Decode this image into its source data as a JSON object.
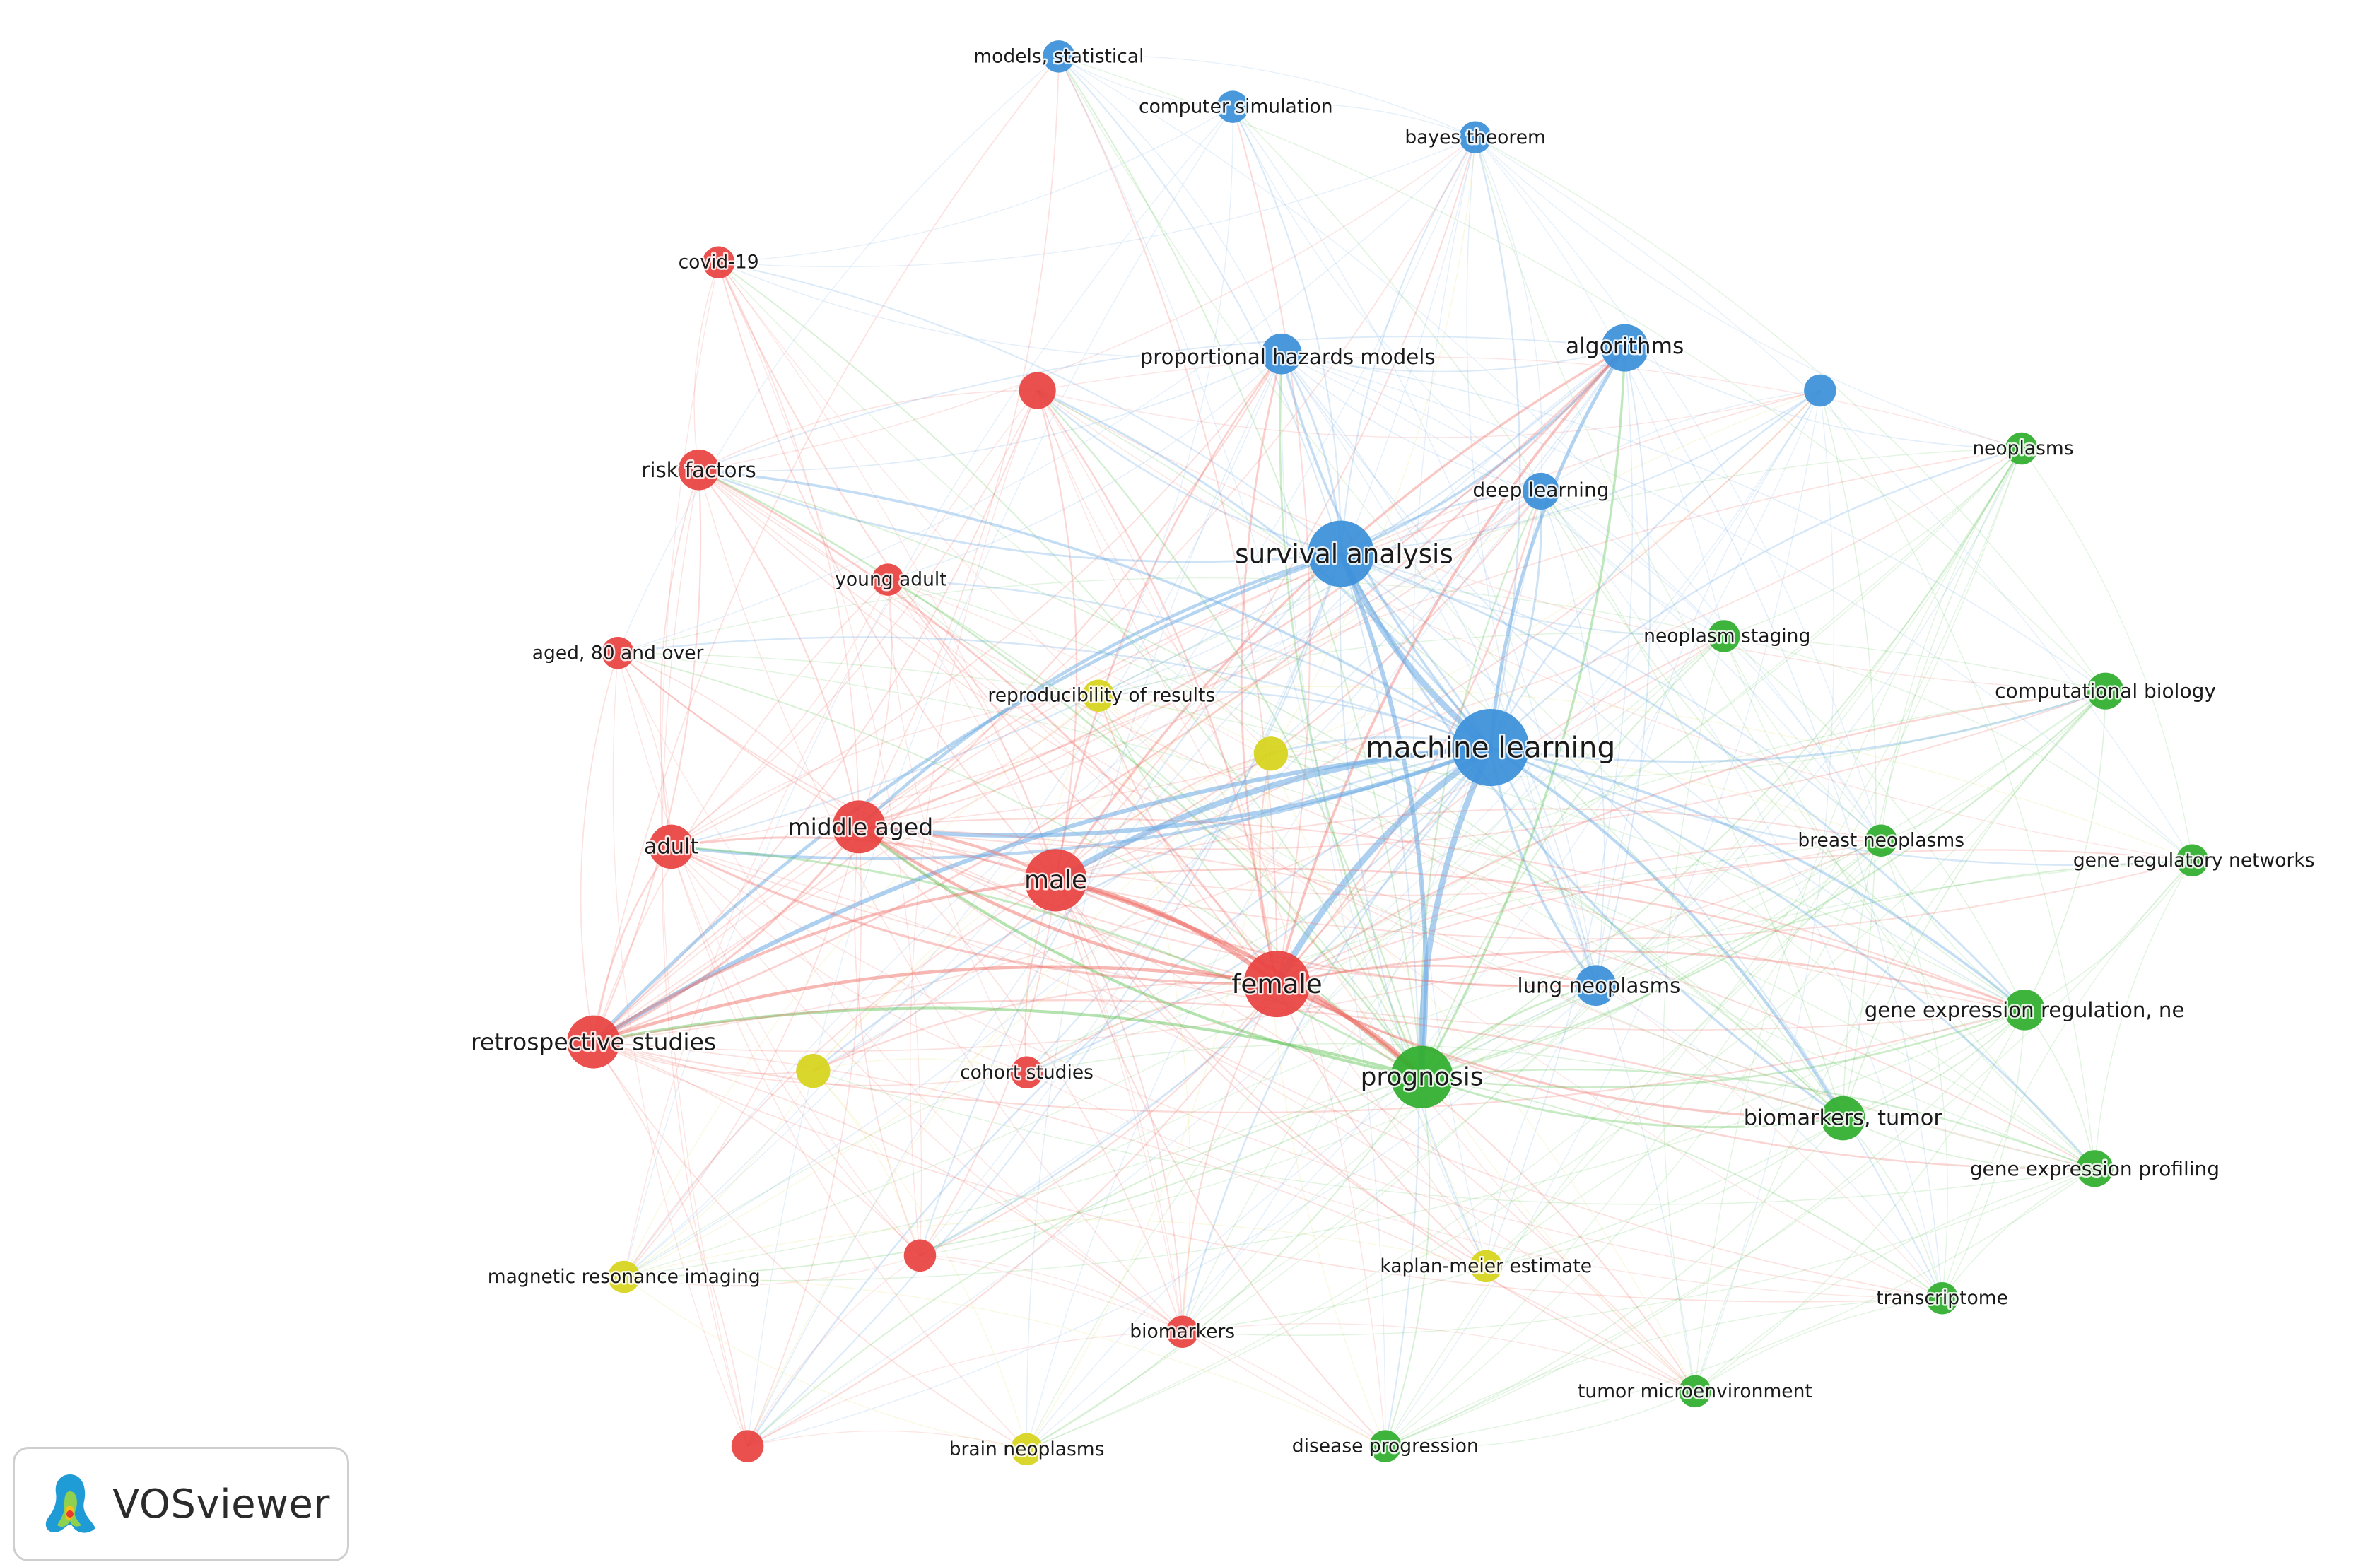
{
  "app": {
    "logo_text": "VOSviewer"
  },
  "clusters": {
    "red": {
      "color": "#e8413f",
      "edge": "#ef6d66"
    },
    "green": {
      "color": "#2fae2c",
      "edge": "#57c14f"
    },
    "blue": {
      "color": "#3b8fd9",
      "edge": "#6aa9e3"
    },
    "yellow": {
      "color": "#d7d41a",
      "edge": "#dcd74a"
    }
  },
  "nodes": [
    {
      "id": "models-statistical",
      "label": "models, statistical",
      "cluster": "blue",
      "weight": 1
    },
    {
      "id": "computer-simulation",
      "label": "computer simulation",
      "cluster": "blue",
      "weight": 1
    },
    {
      "id": "bayes-theorem",
      "label": "bayes theorem",
      "cluster": "blue",
      "weight": 1
    },
    {
      "id": "covid-19",
      "label": "covid-19",
      "cluster": "red",
      "weight": 1
    },
    {
      "id": "proportional-hazards-models",
      "label": "proportional hazards models",
      "cluster": "blue",
      "weight": 2
    },
    {
      "id": "algorithms",
      "label": "algorithms",
      "cluster": "blue",
      "weight": 3
    },
    {
      "id": "blue-unlabeled",
      "label": "",
      "cluster": "blue",
      "weight": 1
    },
    {
      "id": "red-unlabeled-top",
      "label": "",
      "cluster": "red",
      "weight": 1.5
    },
    {
      "id": "neoplasms",
      "label": "neoplasms",
      "cluster": "green",
      "weight": 1
    },
    {
      "id": "risk-factors",
      "label": "risk factors",
      "cluster": "red",
      "weight": 2
    },
    {
      "id": "deep-learning",
      "label": "deep learning",
      "cluster": "blue",
      "weight": 1.5
    },
    {
      "id": "survival-analysis",
      "label": "survival analysis",
      "cluster": "blue",
      "weight": 7
    },
    {
      "id": "young-adult",
      "label": "young adult",
      "cluster": "red",
      "weight": 1
    },
    {
      "id": "neoplasm-staging",
      "label": "neoplasm staging",
      "cluster": "green",
      "weight": 1
    },
    {
      "id": "aged-80-and-over",
      "label": "aged, 80 and over",
      "cluster": "red",
      "weight": 1
    },
    {
      "id": "reproducibility-of-results",
      "label": "reproducibility of results",
      "cluster": "yellow",
      "weight": 1
    },
    {
      "id": "computational-biology",
      "label": "computational biology",
      "cluster": "green",
      "weight": 1.5
    },
    {
      "id": "yellow-unlabeled-center",
      "label": "",
      "cluster": "yellow",
      "weight": 1.2
    },
    {
      "id": "machine-learning",
      "label": "machine learning",
      "cluster": "blue",
      "weight": 10
    },
    {
      "id": "middle-aged",
      "label": "middle aged",
      "cluster": "red",
      "weight": 4
    },
    {
      "id": "adult",
      "label": "adult",
      "cluster": "red",
      "weight": 2.5
    },
    {
      "id": "breast-neoplasms",
      "label": "breast neoplasms",
      "cluster": "green",
      "weight": 1
    },
    {
      "id": "gene-regulatory-networks",
      "label": "gene regulatory networks",
      "cluster": "green",
      "weight": 1
    },
    {
      "id": "male",
      "label": "male",
      "cluster": "red",
      "weight": 6
    },
    {
      "id": "female",
      "label": "female",
      "cluster": "red",
      "weight": 7
    },
    {
      "id": "lung-neoplasms",
      "label": "lung neoplasms",
      "cluster": "blue",
      "weight": 2
    },
    {
      "id": "gene-expression-regulation",
      "label": "gene expression regulation, ne",
      "cluster": "green",
      "weight": 2
    },
    {
      "id": "retrospective-studies",
      "label": "retrospective studies",
      "cluster": "red",
      "weight": 4
    },
    {
      "id": "prognosis",
      "label": "prognosis",
      "cluster": "green",
      "weight": 6
    },
    {
      "id": "yellow-unlabeled-left",
      "label": "",
      "cluster": "yellow",
      "weight": 1.2
    },
    {
      "id": "cohort-studies",
      "label": "cohort studies",
      "cluster": "red",
      "weight": 1
    },
    {
      "id": "biomarkers-tumor",
      "label": "biomarkers, tumor",
      "cluster": "green",
      "weight": 2.5
    },
    {
      "id": "gene-expression-profiling",
      "label": "gene expression profiling",
      "cluster": "green",
      "weight": 1.5
    },
    {
      "id": "red-unlabeled-bottom",
      "label": "",
      "cluster": "red",
      "weight": 1
    },
    {
      "id": "magnetic-resonance-imaging",
      "label": "magnetic resonance imaging",
      "cluster": "yellow",
      "weight": 1
    },
    {
      "id": "kaplan-meier-estimate",
      "label": "kaplan-meier estimate",
      "cluster": "yellow",
      "weight": 1
    },
    {
      "id": "transcriptome",
      "label": "transcriptome",
      "cluster": "green",
      "weight": 1
    },
    {
      "id": "biomarkers",
      "label": "biomarkers",
      "cluster": "red",
      "weight": 1
    },
    {
      "id": "tumor-microenvironment",
      "label": "tumor microenvironment",
      "cluster": "green",
      "weight": 1
    },
    {
      "id": "red-unlabeled-corner",
      "label": "",
      "cluster": "red",
      "weight": 1
    },
    {
      "id": "brain-neoplasms",
      "label": "brain neoplasms",
      "cluster": "yellow",
      "weight": 1
    },
    {
      "id": "disease-progression",
      "label": "disease progression",
      "cluster": "green",
      "weight": 1
    }
  ]
}
